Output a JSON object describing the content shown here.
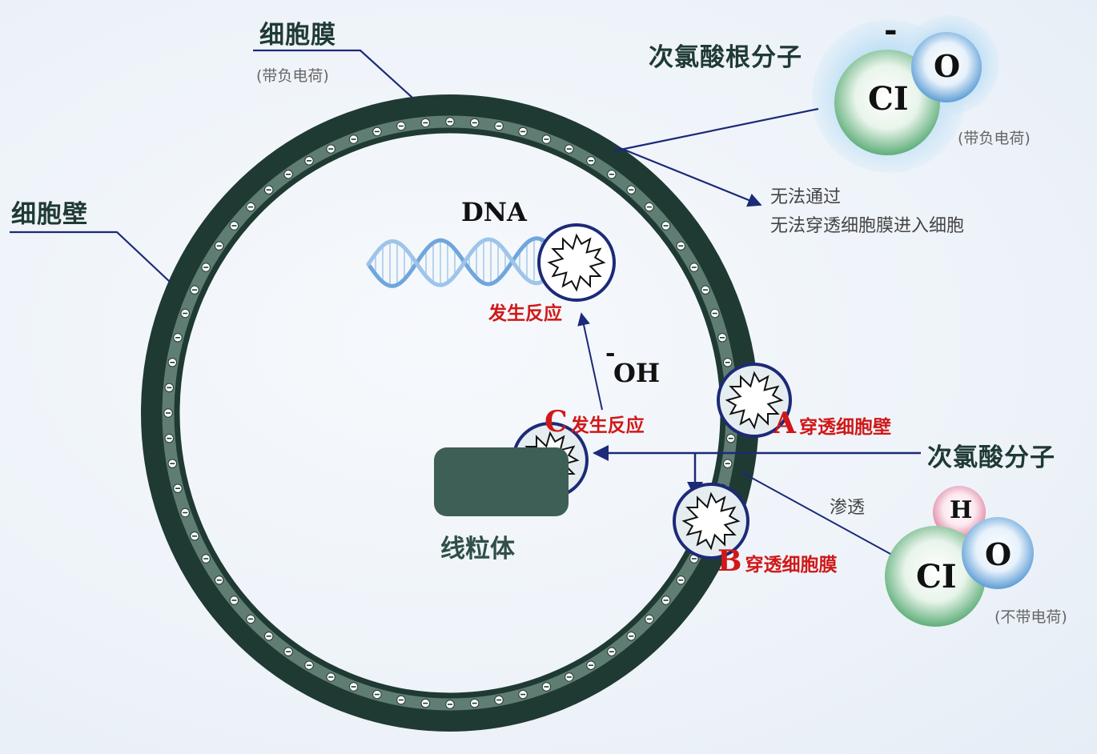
{
  "labels": {
    "membrane": "细胞膜",
    "membrane_charge": "(带负电荷)",
    "wall": "细胞壁",
    "hypochlorite_ion": "次氯酸根分子",
    "hypochlorite_ion_charge": "(带负电荷)",
    "cannot_pass_1": "无法通过",
    "cannot_pass_2": "无法穿透细胞膜进入细胞",
    "dna": "DNA",
    "dna_reaction": "发生反应",
    "hydroxide": "OH",
    "hydroxide_charge": "-",
    "reaction_c_letter": "C",
    "reaction_c_text": "发生反应",
    "mitochondria": "线粒体",
    "step_a_letter": "A",
    "step_a_text": "穿透细胞壁",
    "step_b_letter": "B",
    "step_b_text": "穿透细胞膜",
    "hypochlorous_acid": "次氯酸分子",
    "osmosis": "渗透",
    "hypochlorous_acid_charge": "(不带电荷)"
  },
  "molecules": {
    "hypochlorite": {
      "cl": "CI",
      "o": "O",
      "charge": "-"
    },
    "hypochlorous": {
      "cl": "CI",
      "o": "O",
      "h": "H"
    }
  },
  "colors": {
    "cell_wall": "#1f3a32",
    "membrane_track": "#5f7d72",
    "arrow": "#1c2a78",
    "reaction_red": "#d01818"
  }
}
